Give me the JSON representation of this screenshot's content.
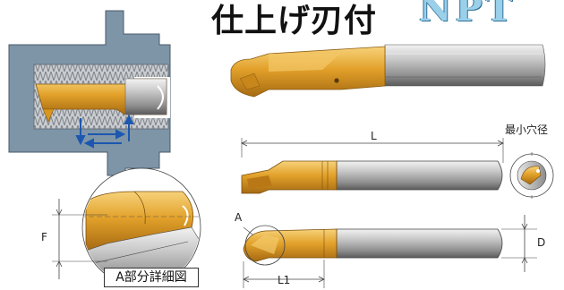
{
  "title": "仕上げ刃付",
  "logo_text": "NPT",
  "labels": {
    "min_hole_dia": "最小穴径",
    "length_total": "L",
    "length_edge": "L1",
    "diameter": "D",
    "detail_marker": "A",
    "edge_height": "F",
    "detail_caption": "A部分詳細図"
  },
  "colors": {
    "insert_gold": "#e0a020",
    "shank_gray": "#9a9a9a",
    "housing_blue_gray": "#7e95a8",
    "arrow_blue": "#1d57b0"
  }
}
